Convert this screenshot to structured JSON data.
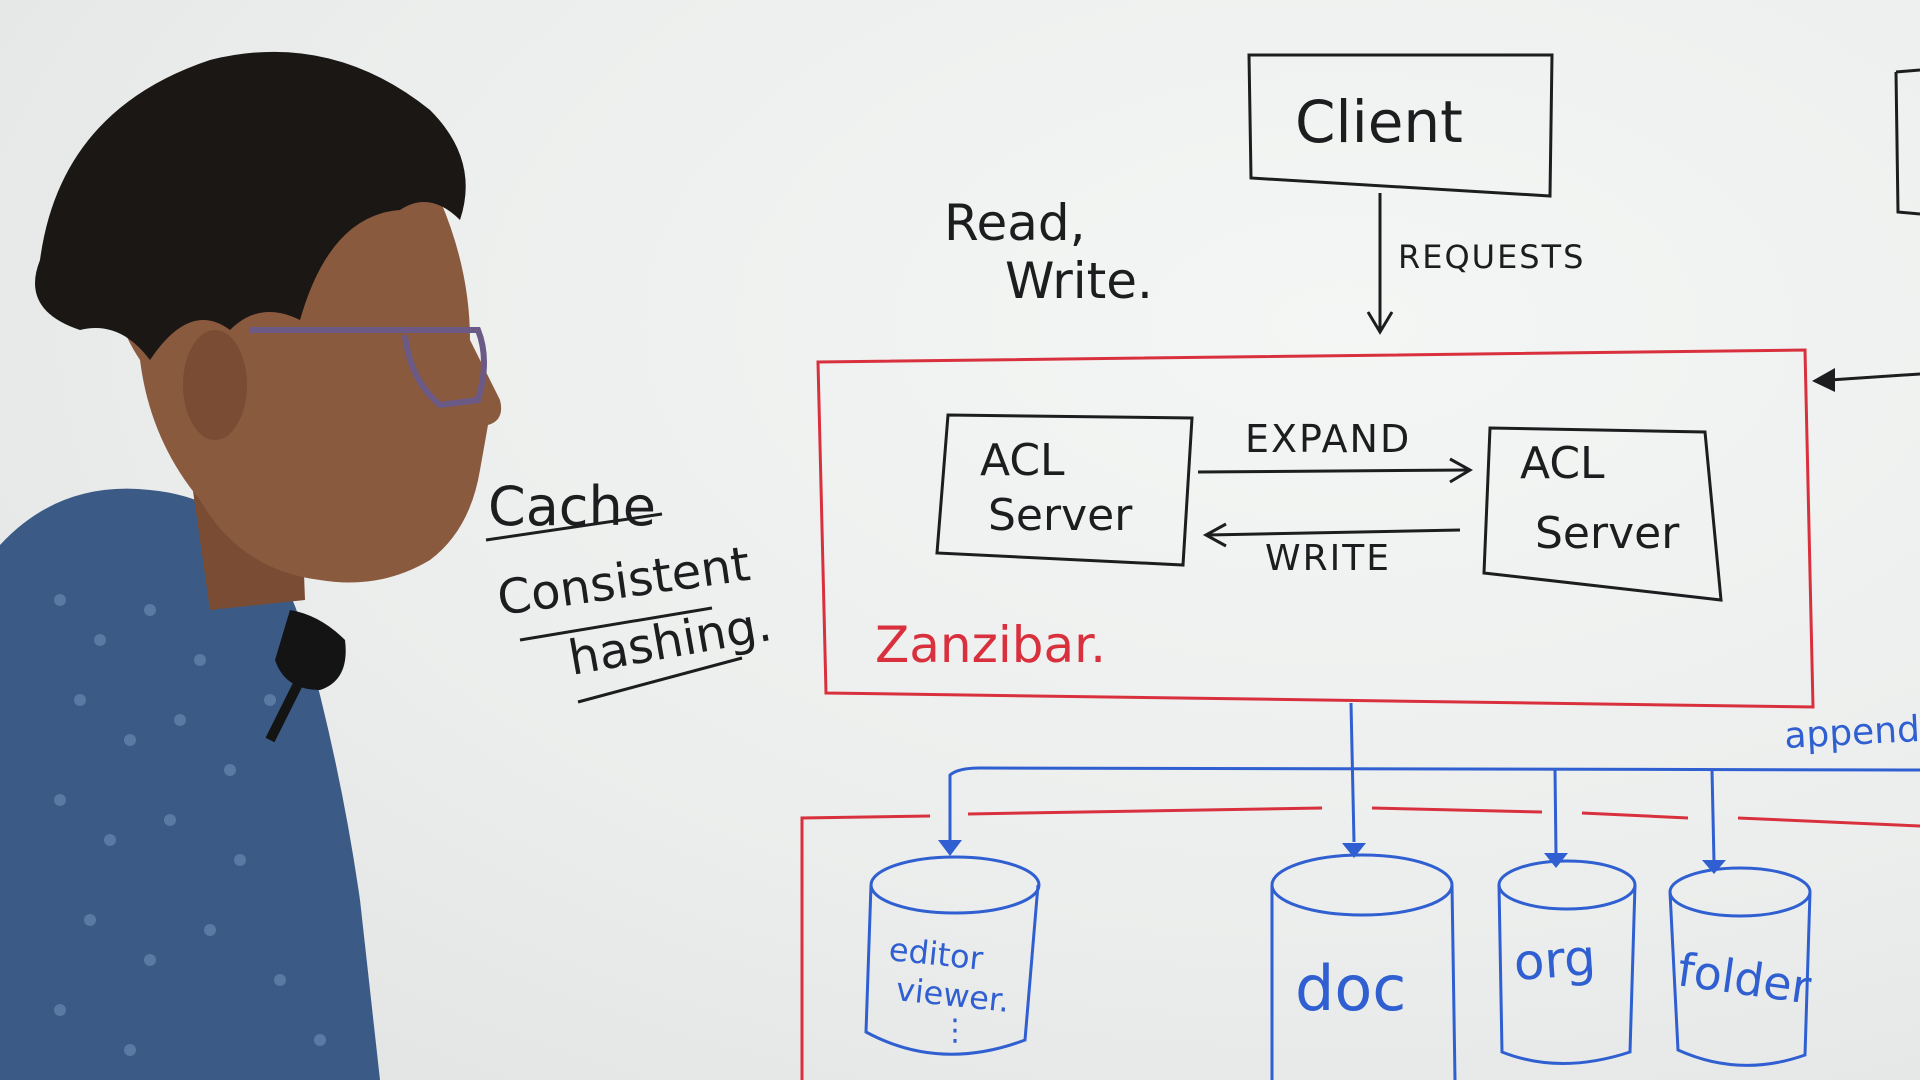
{
  "whiteboard": {
    "client_label": "Client",
    "requests_label": "REQUESTS",
    "read_write_line1": "Read,",
    "read_write_line2": "Write.",
    "acl_server_left_line1": "ACL",
    "acl_server_left_line2": "Server",
    "acl_server_right_line1": "ACL",
    "acl_server_right_line2": "Server",
    "expand_label": "EXPAND",
    "write_label": "WRITE",
    "zanzibar_label": "Zanzibar.",
    "cache_label": "Cache",
    "consistent_label": "Consistent",
    "hashing_label": "hashing.",
    "append_label": "append",
    "db_editor_line1": "editor",
    "db_editor_line2": "viewer.",
    "db_editor_line3": "⋮",
    "db_doc_label": "doc",
    "db_org_label": "org",
    "db_folder_label": "folder"
  },
  "colors": {
    "ink_black": "#1d1d1f",
    "ink_red": "#d9303e",
    "ink_blue": "#2f5fd0",
    "shirt_blue": "#3b5b86",
    "skin": "#8a5a3f",
    "hair": "#1a1715"
  }
}
